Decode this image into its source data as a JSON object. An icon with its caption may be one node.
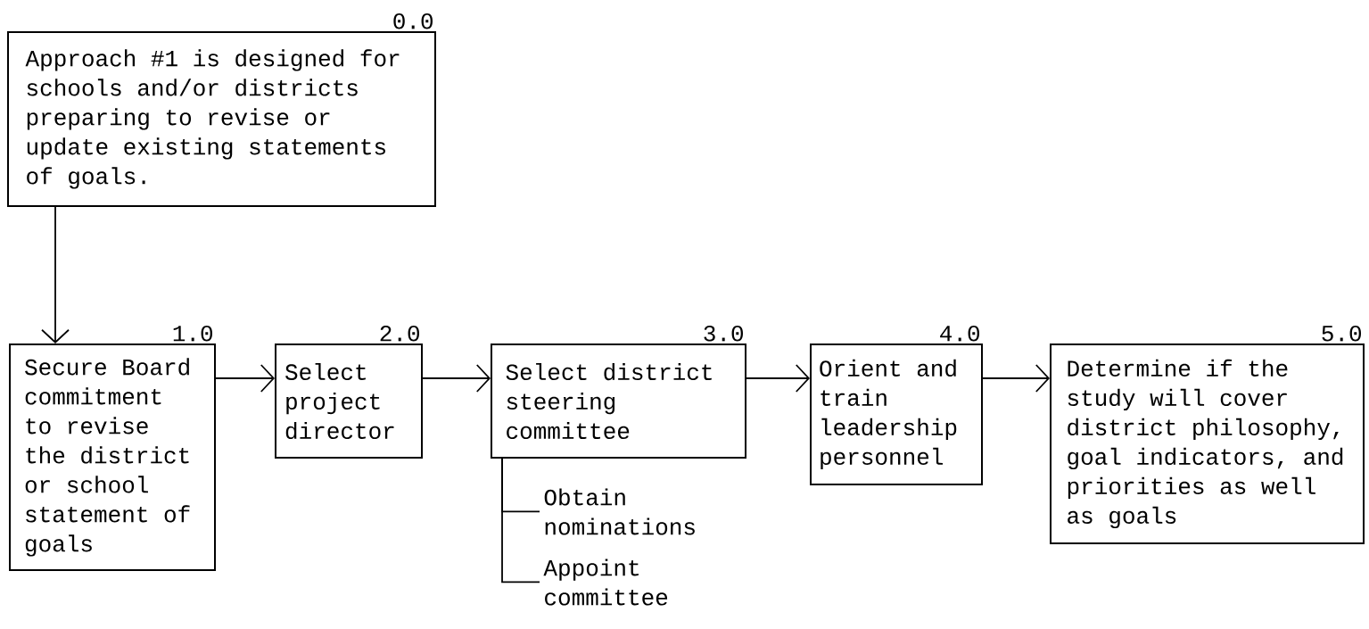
{
  "diagram": {
    "nodes": [
      {
        "text": [
          "0.0",
          "Approach #1 is designed for schools and/or districts preparing to revise or update existing statements of goals."
        ]
      },
      {
        "text": [
          "1.0",
          "Secure Board commitment to revise the district or school statement of goals"
        ]
      },
      {
        "text": [
          "2.0",
          "Select project director"
        ]
      },
      {
        "text": [
          "3.0",
          "Select district steering committee"
        ]
      },
      {
        "text": [
          "4.0",
          "Orient and train leadership personnel"
        ]
      },
      {
        "text": [
          "5.0",
          "Determine if the study will cover district philosophy, goal indicators, and priorities as well as goals"
        ]
      },
      {
        "text": [
          "Obtain nominations"
        ]
      },
      {
        "text": [
          "Appoint committee"
        ]
      }
    ],
    "edges": [
      {
        "from": 0,
        "to": 1,
        "arrow": "to"
      },
      {
        "from": 1,
        "to": 2,
        "arrow": "to"
      },
      {
        "from": 2,
        "to": 3,
        "arrow": "to"
      },
      {
        "from": 3,
        "to": 4,
        "arrow": "to"
      },
      {
        "from": 4,
        "to": 5,
        "arrow": "to"
      },
      {
        "from": 3,
        "to": 6,
        "arrow": "none"
      },
      {
        "from": 3,
        "to": 7,
        "arrow": "none"
      }
    ]
  }
}
